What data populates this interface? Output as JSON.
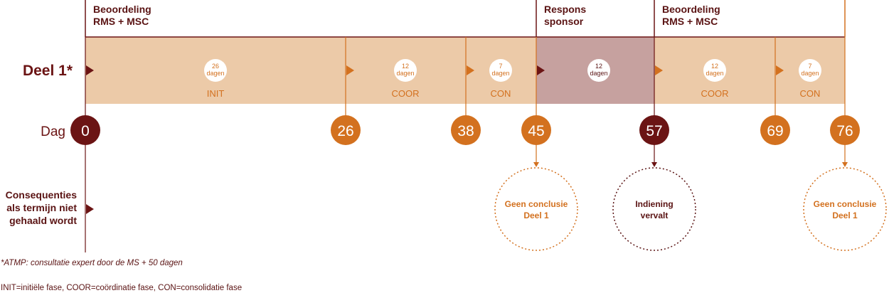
{
  "colors": {
    "dark": "#6b1414",
    "orange": "#d3711f",
    "band": "#eccaa8",
    "band_dark": "#c6a19f",
    "text_dark": "#5a1313"
  },
  "header": {
    "group1": [
      "Beoordeling",
      "RMS + MSC"
    ],
    "group2": [
      "Respons",
      "sponsor"
    ],
    "group3": [
      "Beoordeling",
      "RMS + MSC"
    ]
  },
  "row_label": "Deel 1*",
  "dag_label": "Dag",
  "segments": [
    {
      "days": "26",
      "unit": "dagen",
      "phase": "INIT"
    },
    {
      "days": "12",
      "unit": "dagen",
      "phase": "COOR"
    },
    {
      "days": "7",
      "unit": "dagen",
      "phase": "CON"
    },
    {
      "days": "12",
      "unit": "dagen",
      "phase": ""
    },
    {
      "days": "12",
      "unit": "dagen",
      "phase": "COOR"
    },
    {
      "days": "7",
      "unit": "dagen",
      "phase": "CON"
    }
  ],
  "milestones": [
    "0",
    "26",
    "38",
    "45",
    "57",
    "69",
    "76"
  ],
  "consequences_label": [
    "Consequenties",
    "als termijn niet",
    "gehaald wordt"
  ],
  "outcomes": [
    {
      "lines": [
        "Geen conclusie",
        "Deel 1"
      ]
    },
    {
      "lines": [
        "Indiening",
        "vervalt"
      ]
    },
    {
      "lines": [
        "Geen conclusie",
        "Deel 1"
      ]
    }
  ],
  "footnote1": "*ATMP: consultatie expert door de MS + 50 dagen",
  "footnote2": "INIT=initiële fase, COOR=coördinatie fase, CON=consolidatie fase"
}
